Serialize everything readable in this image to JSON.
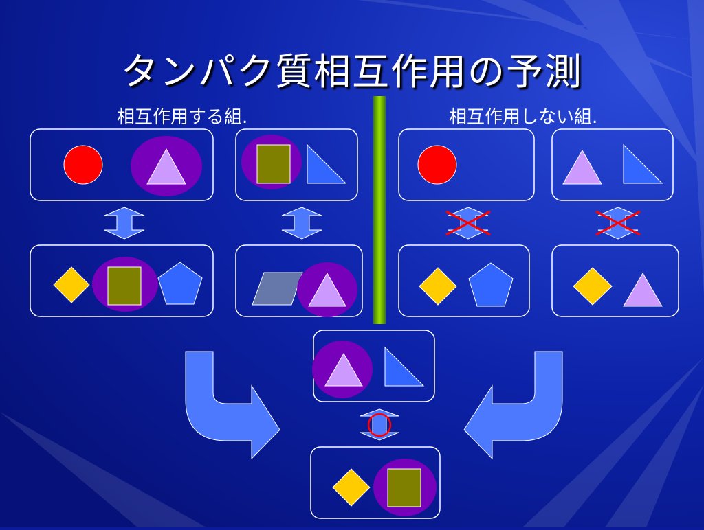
{
  "slide": {
    "title": "タンパク質相互作用の予測",
    "left_label": "相互作用する組.",
    "right_label": "相互作用しない組."
  },
  "colors": {
    "background": "#0a1a9a",
    "box_border": "#ffffff",
    "circle_red": "#ff0000",
    "triangle_lilac": "#cc99ff",
    "right_triangle_blue": "#3366ff",
    "square_olive": "#808000",
    "diamond_gold": "#ffcc00",
    "pentagon_blue": "#3366ff",
    "parallelogram_slate": "#6677aa",
    "binding_highlight_purple": "#7700bb",
    "divider_green": "#66bb00",
    "arrow_blue": "#4d79ff",
    "cross_red": "#ff0000"
  },
  "icons": {
    "interaction": "double-headed-vertical-arrow",
    "no_interaction": "red-x-cross",
    "predicted": "red-circle-mark",
    "flow": "curved-down-arrow"
  }
}
